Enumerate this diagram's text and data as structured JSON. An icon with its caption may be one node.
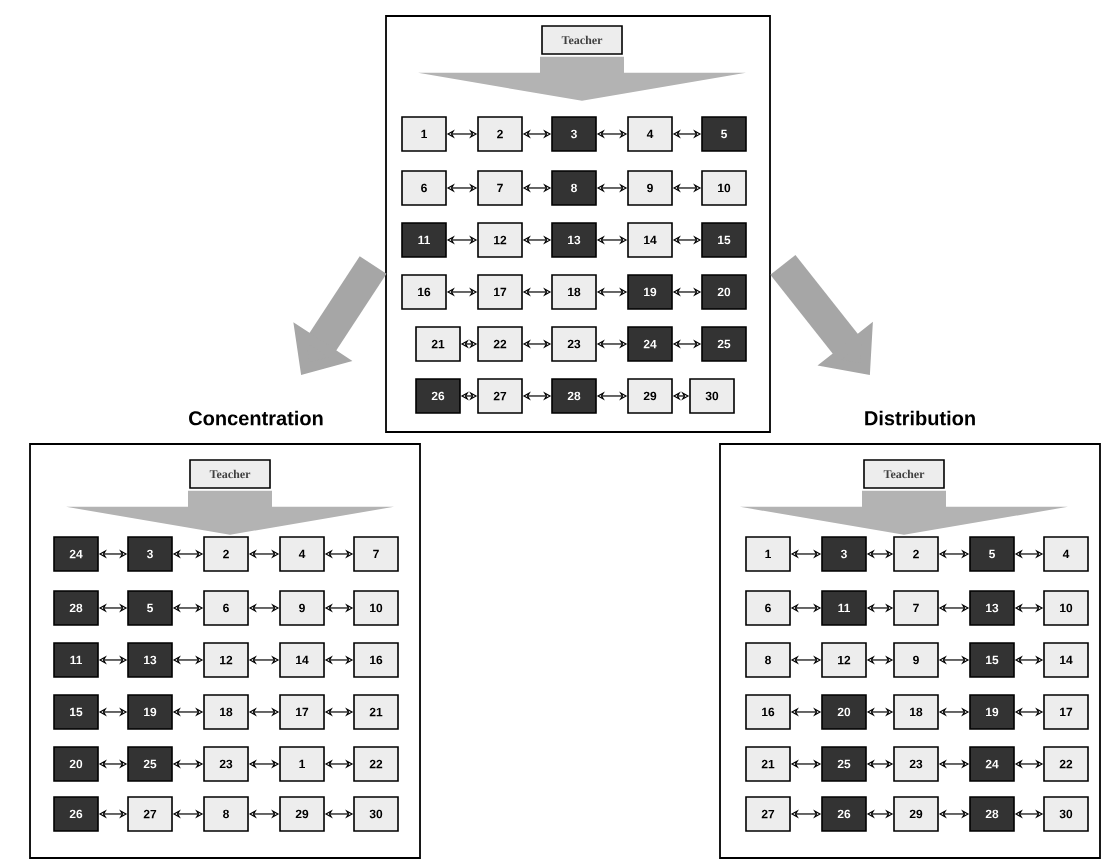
{
  "diagram": {
    "nodes": [
      {
        "text": [],
        "shape": "box"
      },
      {
        "text": [
          "Teacher"
        ],
        "in": 0
      },
      {
        "text": [
          "1"
        ],
        "in": 0
      },
      {
        "text": [
          "2"
        ],
        "in": 0
      },
      {
        "text": [
          "3"
        ],
        "in": 0
      },
      {
        "text": [
          "4"
        ],
        "in": 0
      },
      {
        "text": [
          "5"
        ],
        "in": 0
      },
      {
        "text": [
          "6"
        ],
        "in": 0
      },
      {
        "text": [
          "7"
        ],
        "in": 0
      },
      {
        "text": [
          "8"
        ],
        "in": 0
      },
      {
        "text": [
          "9"
        ],
        "in": 0
      },
      {
        "text": [
          "10"
        ],
        "in": 0
      },
      {
        "text": [
          "11"
        ],
        "in": 0
      },
      {
        "text": [
          "12"
        ],
        "in": 0
      },
      {
        "text": [
          "13"
        ],
        "in": 0
      },
      {
        "text": [
          "14"
        ],
        "in": 0
      },
      {
        "text": [
          "15"
        ],
        "in": 0
      },
      {
        "text": [
          "16"
        ],
        "in": 0
      },
      {
        "text": [
          "17"
        ],
        "in": 0
      },
      {
        "text": [
          "18"
        ],
        "in": 0
      },
      {
        "text": [
          "19"
        ],
        "in": 0
      },
      {
        "text": [
          "20"
        ],
        "in": 0
      },
      {
        "text": [
          "21"
        ],
        "in": 0
      },
      {
        "text": [
          "22"
        ],
        "in": 0
      },
      {
        "text": [
          "23"
        ],
        "in": 0
      },
      {
        "text": [
          "24"
        ],
        "in": 0
      },
      {
        "text": [
          "25"
        ],
        "in": 0
      },
      {
        "text": [
          "26"
        ],
        "in": 0
      },
      {
        "text": [
          "27"
        ],
        "in": 0
      },
      {
        "text": [
          "28"
        ],
        "in": 0
      },
      {
        "text": [
          "29"
        ],
        "in": 0
      },
      {
        "text": [
          "30"
        ],
        "in": 0
      },
      {
        "text": [
          "Concentration"
        ]
      },
      {
        "text": [
          "Teacher"
        ],
        "in": 32
      },
      {
        "text": [
          "24"
        ],
        "in": 32
      },
      {
        "text": [
          "3"
        ],
        "in": 32
      },
      {
        "text": [
          "2"
        ],
        "in": 32
      },
      {
        "text": [
          "4"
        ],
        "in": 32
      },
      {
        "text": [
          "7"
        ],
        "in": 32
      },
      {
        "text": [
          "28"
        ],
        "in": 32
      },
      {
        "text": [
          "5"
        ],
        "in": 32
      },
      {
        "text": [
          "6"
        ],
        "in": 32
      },
      {
        "text": [
          "9"
        ],
        "in": 32
      },
      {
        "text": [
          "10"
        ],
        "in": 32
      },
      {
        "text": [
          "11"
        ],
        "in": 32
      },
      {
        "text": [
          "13"
        ],
        "in": 32
      },
      {
        "text": [
          "12"
        ],
        "in": 32
      },
      {
        "text": [
          "14"
        ],
        "in": 32
      },
      {
        "text": [
          "16"
        ],
        "in": 32
      },
      {
        "text": [
          "15"
        ],
        "in": 32
      },
      {
        "text": [
          "19"
        ],
        "in": 32
      },
      {
        "text": [
          "18"
        ],
        "in": 32
      },
      {
        "text": [
          "17"
        ],
        "in": 32
      },
      {
        "text": [
          "21"
        ],
        "in": 32
      },
      {
        "text": [
          "20"
        ],
        "in": 32
      },
      {
        "text": [
          "25"
        ],
        "in": 32
      },
      {
        "text": [
          "23"
        ],
        "in": 32
      },
      {
        "text": [
          "1"
        ],
        "in": 32
      },
      {
        "text": [
          "22"
        ],
        "in": 32
      },
      {
        "text": [
          "26"
        ],
        "in": 32
      },
      {
        "text": [
          "27"
        ],
        "in": 32
      },
      {
        "text": [
          "8"
        ],
        "in": 32
      },
      {
        "text": [
          "29"
        ],
        "in": 32
      },
      {
        "text": [
          "30"
        ],
        "in": 32
      },
      {
        "text": [
          "Distribution"
        ]
      },
      {
        "text": [
          "Teacher"
        ],
        "in": 64
      },
      {
        "text": [
          "1"
        ],
        "in": 64
      },
      {
        "text": [
          "3"
        ],
        "in": 64
      },
      {
        "text": [
          "2"
        ],
        "in": 64
      },
      {
        "text": [
          "5"
        ],
        "in": 64
      },
      {
        "text": [
          "4"
        ],
        "in": 64
      },
      {
        "text": [
          "6"
        ],
        "in": 64
      },
      {
        "text": [
          "11"
        ],
        "in": 64
      },
      {
        "text": [
          "7"
        ],
        "in": 64
      },
      {
        "text": [
          "13"
        ],
        "in": 64
      },
      {
        "text": [
          "10"
        ],
        "in": 64
      },
      {
        "text": [
          "8"
        ],
        "in": 64
      },
      {
        "text": [
          "12"
        ],
        "in": 64
      },
      {
        "text": [
          "9"
        ],
        "in": 64
      },
      {
        "text": [
          "15"
        ],
        "in": 64
      },
      {
        "text": [
          "14"
        ],
        "in": 64
      },
      {
        "text": [
          "16"
        ],
        "in": 64
      },
      {
        "text": [
          "20"
        ],
        "in": 64
      },
      {
        "text": [
          "18"
        ],
        "in": 64
      },
      {
        "text": [
          "19"
        ],
        "in": 64
      },
      {
        "text": [
          "17"
        ],
        "in": 64
      },
      {
        "text": [
          "21"
        ],
        "in": 64
      },
      {
        "text": [
          "25"
        ],
        "in": 64
      },
      {
        "text": [
          "23"
        ],
        "in": 64
      },
      {
        "text": [
          "24"
        ],
        "in": 64
      },
      {
        "text": [
          "22"
        ],
        "in": 64
      },
      {
        "text": [
          "27"
        ],
        "in": 64
      },
      {
        "text": [
          "26"
        ],
        "in": 64
      },
      {
        "text": [
          "29"
        ],
        "in": 64
      },
      {
        "text": [
          "28"
        ],
        "in": 64
      },
      {
        "text": [
          "30"
        ],
        "in": 64
      }
    ],
    "edges": [
      {
        "from": 2,
        "to": 3,
        "arrow": "both"
      },
      {
        "from": 3,
        "to": 4,
        "arrow": "both"
      },
      {
        "from": 4,
        "to": 5,
        "arrow": "both"
      },
      {
        "from": 5,
        "to": 6,
        "arrow": "both"
      },
      {
        "from": 7,
        "to": 8,
        "arrow": "both"
      },
      {
        "from": 8,
        "to": 9,
        "arrow": "both"
      },
      {
        "from": 9,
        "to": 10,
        "arrow": "both"
      },
      {
        "from": 10,
        "to": 11,
        "arrow": "both"
      },
      {
        "from": 12,
        "to": 13,
        "arrow": "both"
      },
      {
        "from": 13,
        "to": 14,
        "arrow": "both"
      },
      {
        "from": 14,
        "to": 15,
        "arrow": "both"
      },
      {
        "from": 15,
        "to": 16,
        "arrow": "both"
      },
      {
        "from": 17,
        "to": 18,
        "arrow": "both"
      },
      {
        "from": 18,
        "to": 19,
        "arrow": "both"
      },
      {
        "from": 19,
        "to": 20,
        "arrow": "both"
      },
      {
        "from": 20,
        "to": 21,
        "arrow": "both"
      },
      {
        "from": 22,
        "to": 23,
        "arrow": "both"
      },
      {
        "from": 23,
        "to": 24,
        "arrow": "both"
      },
      {
        "from": 24,
        "to": 25,
        "arrow": "both"
      },
      {
        "from": 25,
        "to": 26,
        "arrow": "both"
      },
      {
        "from": 27,
        "to": 28,
        "arrow": "both"
      },
      {
        "from": 28,
        "to": 29,
        "arrow": "both"
      },
      {
        "from": 29,
        "to": 30,
        "arrow": "both"
      },
      {
        "from": 30,
        "to": 31,
        "arrow": "both"
      },
      {
        "from": 34,
        "to": 35,
        "arrow": "both"
      },
      {
        "from": 35,
        "to": 36,
        "arrow": "both"
      },
      {
        "from": 36,
        "to": 37,
        "arrow": "both"
      },
      {
        "from": 37,
        "to": 38,
        "arrow": "both"
      },
      {
        "from": 39,
        "to": 40,
        "arrow": "both"
      },
      {
        "from": 40,
        "to": 41,
        "arrow": "both"
      },
      {
        "from": 41,
        "to": 42,
        "arrow": "both"
      },
      {
        "from": 42,
        "to": 43,
        "arrow": "both"
      },
      {
        "from": 44,
        "to": 45,
        "arrow": "both"
      },
      {
        "from": 45,
        "to": 46,
        "arrow": "both"
      },
      {
        "from": 46,
        "to": 47,
        "arrow": "both"
      },
      {
        "from": 47,
        "to": 48,
        "arrow": "both"
      },
      {
        "from": 49,
        "to": 50,
        "arrow": "both"
      },
      {
        "from": 50,
        "to": 51,
        "arrow": "both"
      },
      {
        "from": 51,
        "to": 52,
        "arrow": "both"
      },
      {
        "from": 52,
        "to": 53,
        "arrow": "both"
      },
      {
        "from": 54,
        "to": 55,
        "arrow": "both"
      },
      {
        "from": 55,
        "to": 56,
        "arrow": "both"
      },
      {
        "from": 56,
        "to": 57,
        "arrow": "both"
      },
      {
        "from": 57,
        "to": 58,
        "arrow": "both"
      },
      {
        "from": 59,
        "to": 60,
        "arrow": "both"
      },
      {
        "from": 60,
        "to": 61,
        "arrow": "both"
      },
      {
        "from": 61,
        "to": 62,
        "arrow": "both"
      },
      {
        "from": 62,
        "to": 63,
        "arrow": "both"
      },
      {
        "from": 66,
        "to": 67,
        "arrow": "both"
      },
      {
        "from": 67,
        "to": 68,
        "arrow": "both"
      },
      {
        "from": 68,
        "to": 69,
        "arrow": "both"
      },
      {
        "from": 69,
        "to": 70,
        "arrow": "both"
      },
      {
        "from": 71,
        "to": 72,
        "arrow": "both"
      },
      {
        "from": 72,
        "to": 73,
        "arrow": "both"
      },
      {
        "from": 73,
        "to": 74,
        "arrow": "both"
      },
      {
        "from": 74,
        "to": 75,
        "arrow": "both"
      },
      {
        "from": 76,
        "to": 77,
        "arrow": "both"
      },
      {
        "from": 77,
        "to": 78,
        "arrow": "both"
      },
      {
        "from": 78,
        "to": 79,
        "arrow": "both"
      },
      {
        "from": 79,
        "to": 80,
        "arrow": "both"
      },
      {
        "from": 81,
        "to": 82,
        "arrow": "both"
      },
      {
        "from": 82,
        "to": 83,
        "arrow": "both"
      },
      {
        "from": 83,
        "to": 84,
        "arrow": "both"
      },
      {
        "from": 84,
        "to": 85,
        "arrow": "both"
      },
      {
        "from": 86,
        "to": 87,
        "arrow": "both"
      },
      {
        "from": 87,
        "to": 88,
        "arrow": "both"
      },
      {
        "from": 88,
        "to": 89,
        "arrow": "both"
      },
      {
        "from": 89,
        "to": 90,
        "arrow": "both"
      },
      {
        "from": 91,
        "to": 92,
        "arrow": "both"
      },
      {
        "from": 92,
        "to": 93,
        "arrow": "both"
      },
      {
        "from": 93,
        "to": 94,
        "arrow": "both"
      },
      {
        "from": 94,
        "to": 95,
        "arrow": "both"
      },
      {
        "from": 1,
        "to": null,
        "arrow": "to",
        "style": "thick",
        "color": "#b3b3b3"
      },
      {
        "from": 33,
        "to": null,
        "arrow": "to",
        "style": "thick",
        "color": "#b3b3b3"
      },
      {
        "from": 65,
        "to": null,
        "arrow": "to",
        "style": "thick",
        "color": "#b3b3b3"
      },
      {
        "from": 0,
        "to": 32,
        "arrow": "to",
        "style": "thick",
        "color": "#a6a6a6"
      },
      {
        "from": 0,
        "to": 64,
        "arrow": "to",
        "style": "thick",
        "color": "#a6a6a6"
      }
    ]
  }
}
